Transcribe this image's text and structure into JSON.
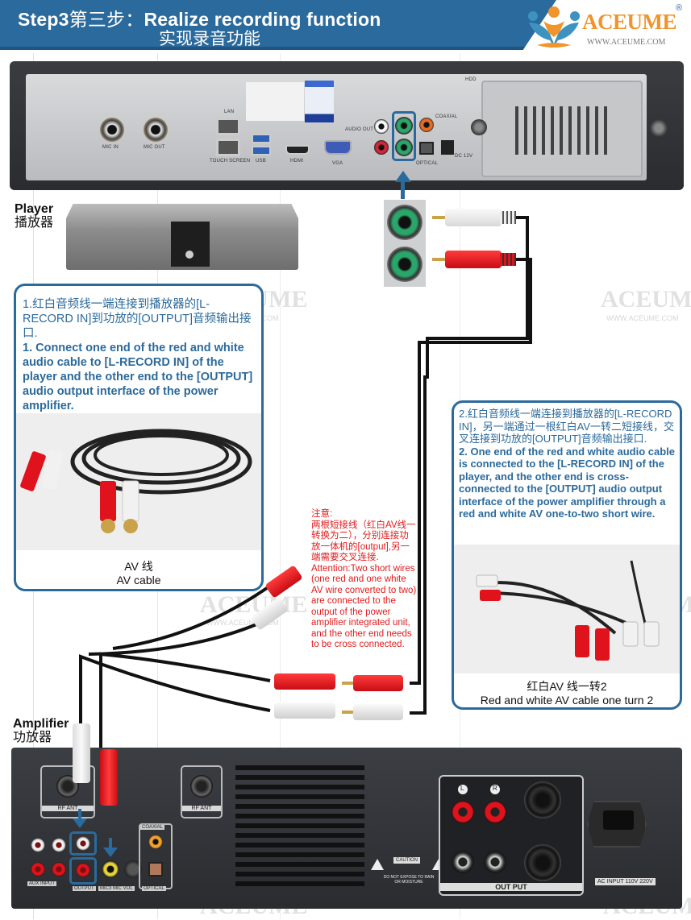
{
  "header": {
    "title_en_prefix": "Step3",
    "title_zh_step": "第三步：",
    "title_en": "Realize recording function",
    "subtitle_zh": "实现录音功能",
    "band_color": "#2b6a9c"
  },
  "logo": {
    "brand": "ACEUME",
    "registered": "®",
    "url": "WWW.ACEUME.COM",
    "brand_color": "#f0942b"
  },
  "watermark": {
    "brand": "ACEUME",
    "url": "WWW.ACEUME.COM"
  },
  "player": {
    "label_en": "Player",
    "label_zh": "播放器",
    "back_panel_labels": {
      "mic_in": "MIC IN",
      "mic_out": "MIC OUT",
      "lan": "LAN",
      "touch_screen": "TOUCH SCREEN",
      "usb": "USB",
      "hdmi": "HDMI",
      "vga": "VGA",
      "audio_out": "AUDIO OUT",
      "coaxial": "COAXIAL",
      "optical": "OPTICAL",
      "dc": "DC 12V",
      "hdd": "HDD"
    }
  },
  "amplifier": {
    "label_en": "Amplifier",
    "label_zh": "功放器",
    "back_panel_labels": {
      "rf_ant_left": "RF ANT",
      "rf_ant_right": "RF ANT",
      "coaxial": "COAXIAL",
      "aux_input": "AUX INPUT",
      "output": "OUTPUT",
      "mic3_mic_vol": "MIC3  MIC VOL",
      "optical": "OPTICAL",
      "caution": "CAUTION",
      "do_not_expose": "DO NOT EXPOSE TO RAIN OR MOISTURE",
      "out_put": "OUT PUT",
      "ac_input": "AC INPUT",
      "ac_voltage": "110V 220V",
      "speaker_l": "L",
      "speaker_r": "R"
    }
  },
  "step1": {
    "text_zh": "1.红白音频线一端连接到播放器的[L-RECORD IN]到功放的[OUTPUT]音频输出接口.",
    "text_en": "1. Connect one end of the red and white audio cable to [L-RECORD IN] of the player and the other end to the [OUTPUT] audio output interface of the power amplifier.",
    "caption_zh": "AV 线",
    "caption_en": "AV cable"
  },
  "step2": {
    "text_zh": "2.红白音频线一端连接到播放器的[L-RECORD IN]，另一端通过一根红白AV一转二短接线，交叉连接到功放的[OUTPUT]音频输出接口.",
    "text_en": "2. One end of the red and white audio cable is connected to the [L-RECORD IN] of the player, and the other end is cross-connected to the [OUTPUT] audio output interface of the power amplifier through a red and white AV one-to-two short wire.",
    "caption_zh": "红白AV 线一转2",
    "caption_en": "Red and white AV cable one turn 2"
  },
  "note": {
    "heading_zh": "注意:",
    "text_zh": "两根短接线（红白AV线一转换为二），分别连接功放一体机的[output],另一端需要交叉连接.",
    "text_en": "Attention:Two short wires (one red and one white AV wire converted to two) are connected to the output of the power amplifier integrated unit, and the other end needs to be cross connected.",
    "color": "#e21b1b"
  },
  "colors": {
    "accent": "#2b6a9c",
    "rca_red": "#e0121c",
    "rca_white": "#eeeeee",
    "jack_green": "#2aa66a"
  }
}
